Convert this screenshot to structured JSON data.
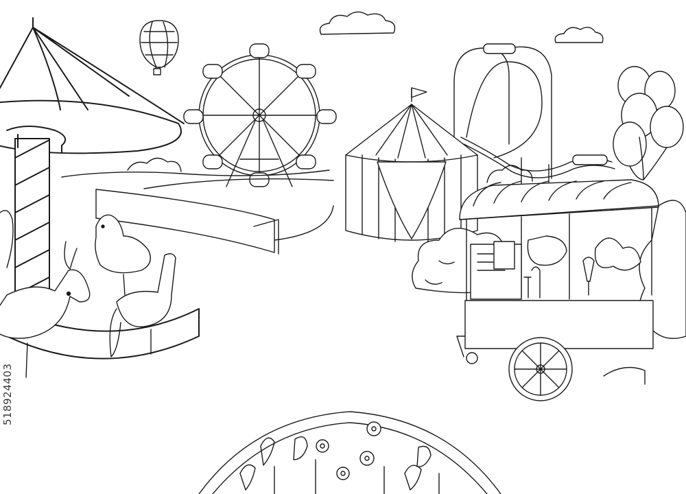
{
  "image": {
    "kind": "black-and-white line drawing",
    "stock_id_watermark": "518924403",
    "ink_color": "#1a1a1a",
    "paper_color": "#ffffff"
  },
  "scene": {
    "elements": [
      "hot-air-balloon",
      "clouds",
      "carousel",
      "ferris-wheel",
      "circus-tent",
      "roller-coaster",
      "balloon-bunch",
      "food-cart",
      "bushes",
      "flower-bed"
    ]
  }
}
